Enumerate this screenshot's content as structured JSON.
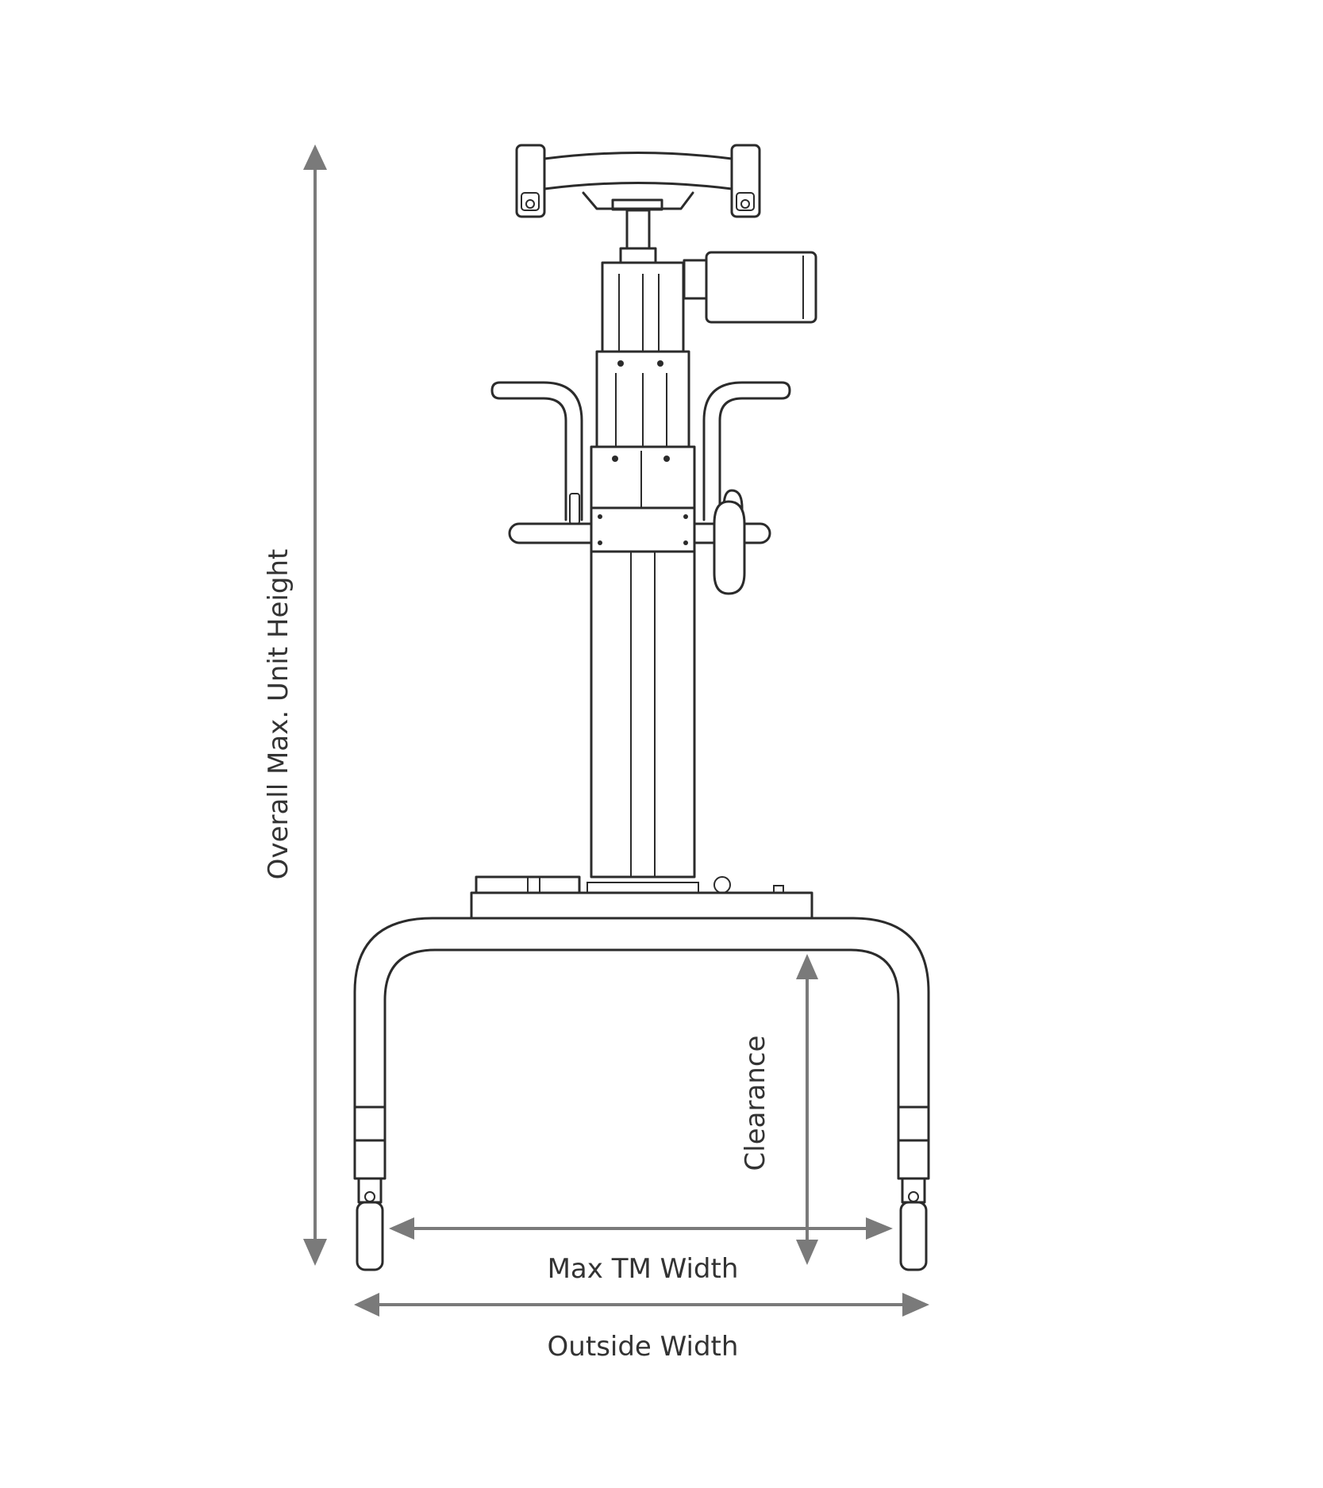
{
  "dimensions": {
    "overall_height_label": "Overall Max. Unit Height",
    "clearance_label": "Clearance",
    "max_tm_width_label": "Max TM Width",
    "outside_width_label": "Outside Width"
  },
  "colors": {
    "line_art": "#2b2b2b",
    "dimension_arrows": "#7a7a7a",
    "background": "#ffffff"
  }
}
